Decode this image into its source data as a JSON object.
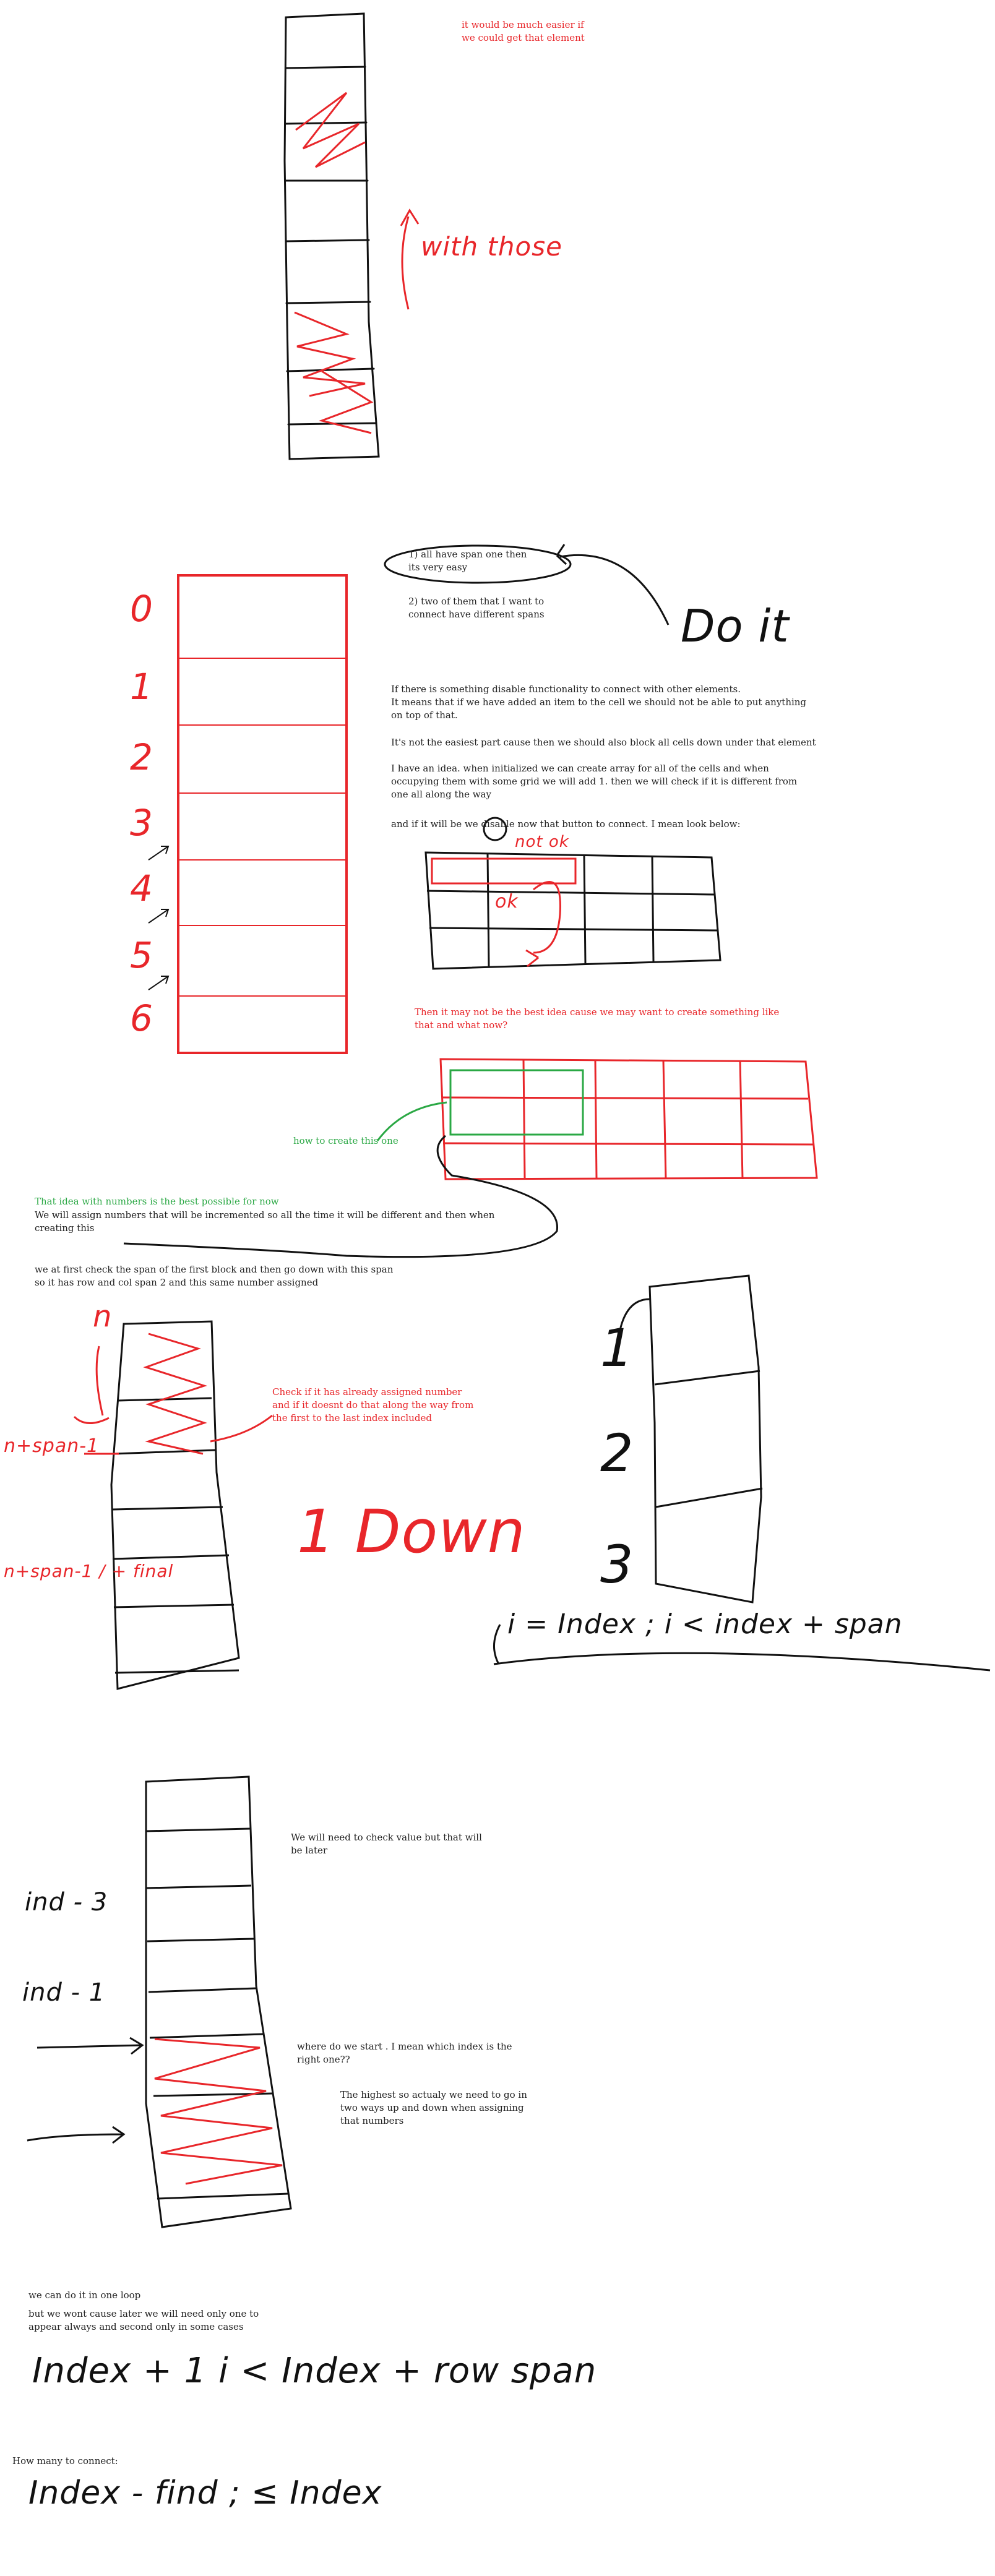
{
  "notes": {
    "easier": "it would be much easier if\nwe could get that element",
    "with_those": "with those",
    "opt1": "1) all have span one then\nits very easy",
    "opt2": "2) two of them that I want to\nconnect have different spans",
    "do_it": "Do   it",
    "para1": "If there is something disable functionality to connect with other elements.\nIt means that if we have added an item to the cell we should not be able to put anything\non top of that.",
    "para2": "It's not the easiest part cause then we should also block all cells down under that element",
    "para3": "I have an idea. when initialized we can create array for all of the cells and when\noccupying them with some grid we will add 1. then we will check if it is different from\none all along the way",
    "para4": "and if it will be we disable now that button to connect. I mean look below:",
    "not_ok": "not ok",
    "ok": "ok",
    "maybe_not": "Then it may not be the best idea cause we may want to create something like\nthat and what now?",
    "how_create": "how to create this one",
    "idea_best": "That idea with numbers is the best possible for now",
    "assign_numbers": "We will assign numbers that will be incremented so all the time it will be different and then when\ncreating this",
    "at_first": "we at first check the span of the first block and then go down with this span\nso it has row and col span 2 and this same number assigned",
    "check_assigned": "Check if it has already assigned number\nand if it doesnt do that along the way from\nthe first to the last index included",
    "one_down": "1 Down",
    "n": "n",
    "n_span_1": "n+span-1",
    "n_span_final": "n+span-1 /\n+ final",
    "loop_formula": "i = Index  ;  i < index + span",
    "check_value": "We will need to check value but that will\nbe later",
    "ind_3": "ind - 3",
    "ind_1": "ind - 1",
    "where_start": "where do we start . I mean which index is the\nright one??",
    "highest": "The highest so actualy we need to go in\ntwo ways up and down when assigning\nthat numbers",
    "one_loop": "we can do it in one loop",
    "wont_cause": "but we wont cause later we will need only one to\nappear always and second only in some cases",
    "loop2": "Index + 1   i   < Index + row span",
    "how_many": "How many to connect:",
    "loop3": "Index - find  ;   ≤ Index",
    "left_nums": [
      "0",
      "1",
      "2",
      "3",
      "4",
      "5",
      "6"
    ],
    "right_nums": [
      "1",
      "2",
      "3"
    ]
  }
}
